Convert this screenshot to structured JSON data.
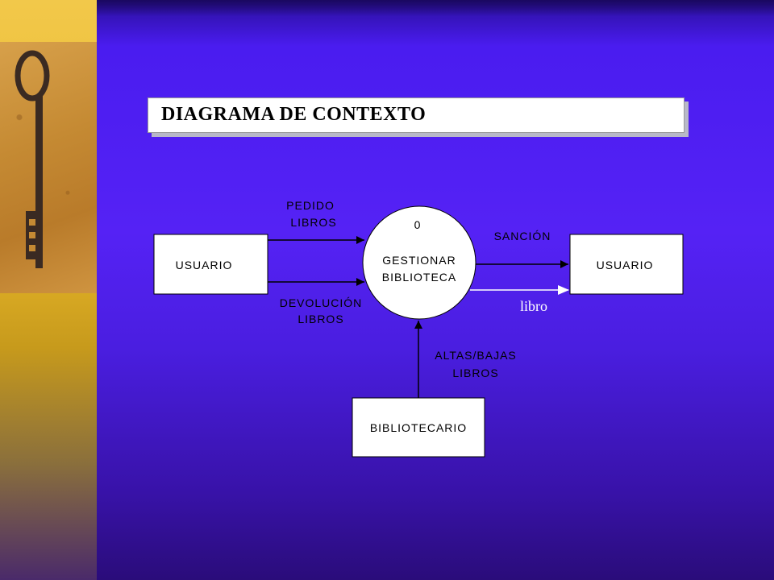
{
  "title": "DIAGRAMA DE CONTEXTO",
  "process": {
    "number": "0",
    "line1": "GESTIONAR",
    "line2": "BIBLIOTECA"
  },
  "entities": {
    "usuario_left": "USUARIO",
    "usuario_right": "USUARIO",
    "bibliotecario": "BIBLIOTECARIO"
  },
  "flows": {
    "pedido": {
      "line1": "PEDIDO",
      "line2": "LIBROS"
    },
    "devolucion": {
      "line1": "DEVOLUCIÓN",
      "line2": "LIBROS"
    },
    "sancion": "SANCIÓN",
    "libro": "libro",
    "altas": {
      "line1": "ALTAS/BAJAS",
      "line2": "LIBROS"
    }
  },
  "icons": {
    "side_image": "antique-key-icon"
  },
  "colors": {
    "background": "#5522f5",
    "strip": "#e9b82a"
  }
}
